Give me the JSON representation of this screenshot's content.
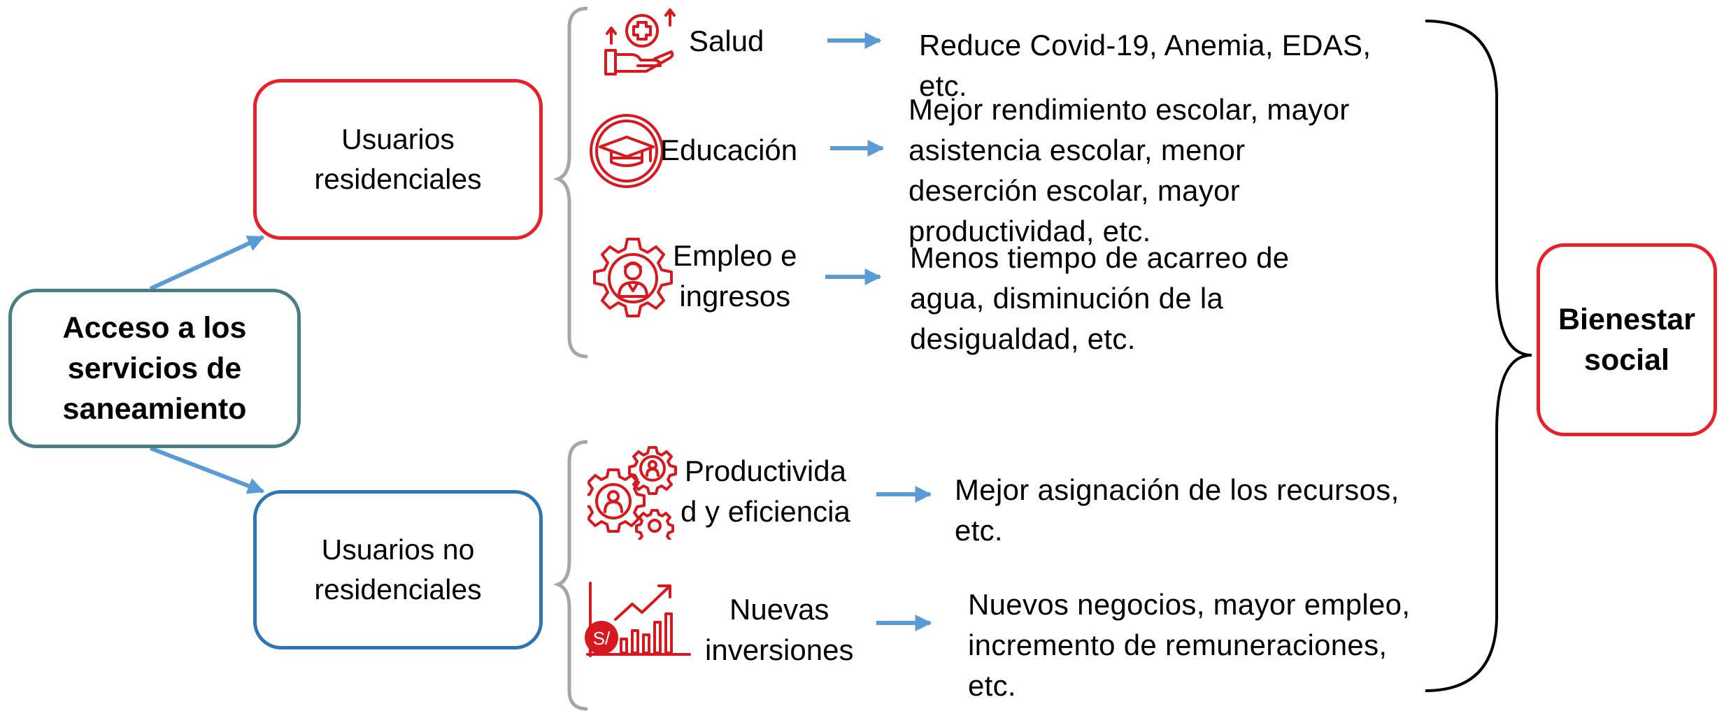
{
  "root": {
    "text": "Acceso a los\nservicios de\nsaneamiento"
  },
  "groups": {
    "residential": "Usuarios\nresidenciales",
    "non_residential": "Usuarios no\nresidenciales"
  },
  "outcome": {
    "text": "Bienestar\nsocial"
  },
  "channels": [
    {
      "label": "Salud",
      "icon": "health-hand-cross-icon",
      "effect": "Reduce Covid-19,  Anemia, EDAS,\netc."
    },
    {
      "label": "Educación",
      "icon": "graduation-cap-icon",
      "effect": "Mejor rendimiento escolar, mayor\nasistencia escolar, menor\ndeserción escolar, mayor\nproductividad, etc."
    },
    {
      "label": "Empleo e\ningresos",
      "icon": "gear-worker-icon",
      "effect": "Menos tiempo de acarreo de\nagua, disminución de la\ndesigualdad, etc."
    },
    {
      "label": "Productivida\nd y eficiencia",
      "icon": "gears-people-icon",
      "effect": "Mejor asignación de los recursos,\netc."
    },
    {
      "label": "Nuevas\ninversiones",
      "icon": "investment-chart-icon",
      "effect": "Nuevos negocios, mayor empleo,\nincremento de remuneraciones,\netc."
    }
  ],
  "currency_symbol": "S/",
  "colors": {
    "root_border": "#4a7d86",
    "residential_border": "#e8202a",
    "non_residential_border": "#2e75b6",
    "outcome_border": "#e8202a",
    "arrow": "#5b9bd5",
    "icon": "#d7191f",
    "brace_left": "#a6a6a6",
    "brace_right": "#000000"
  }
}
